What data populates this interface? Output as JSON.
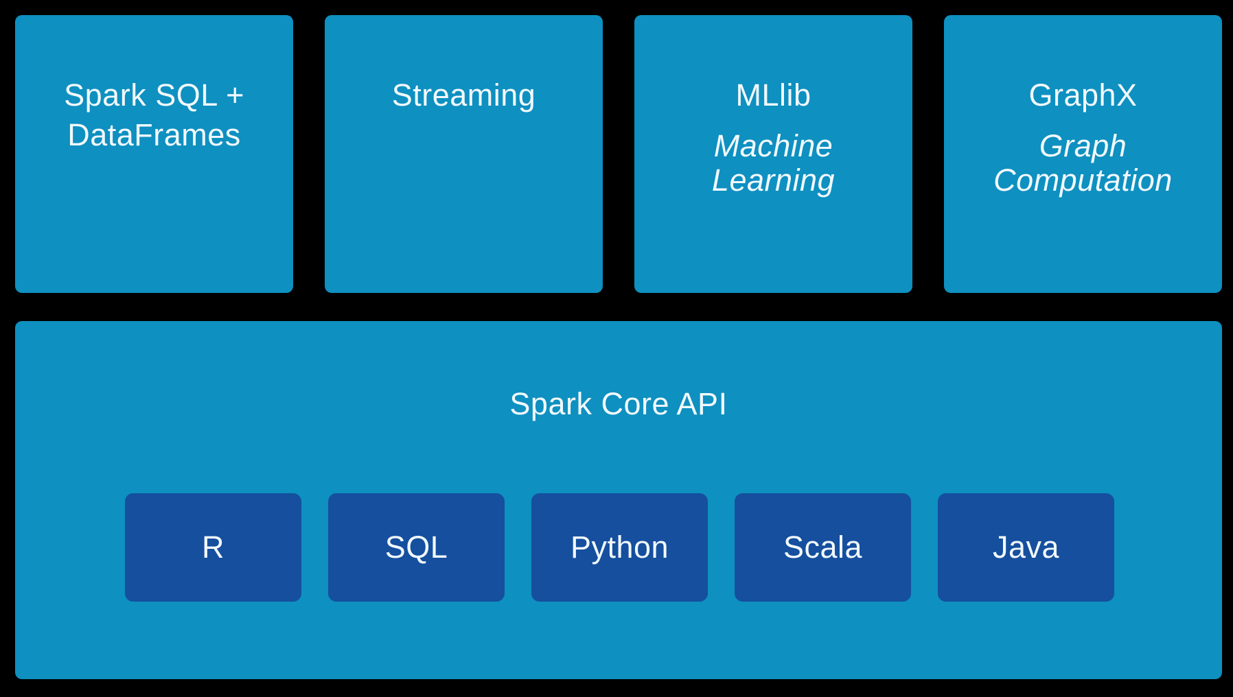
{
  "colors": {
    "canvas_bg": "#000000",
    "module_bg": "#0e90c0",
    "lang_bg": "#154f9e",
    "text": "#f2f9fc"
  },
  "modules": [
    {
      "title_lines": [
        "Spark SQL +",
        "DataFrames"
      ],
      "subtitle_lines": []
    },
    {
      "title_lines": [
        "Streaming"
      ],
      "subtitle_lines": []
    },
    {
      "title_lines": [
        "MLlib"
      ],
      "subtitle_lines": [
        "Machine",
        "Learning"
      ]
    },
    {
      "title_lines": [
        "GraphX"
      ],
      "subtitle_lines": [
        "Graph",
        "Computation"
      ]
    }
  ],
  "core": {
    "title": "Spark Core API",
    "languages": [
      "R",
      "SQL",
      "Python",
      "Scala",
      "Java"
    ]
  }
}
